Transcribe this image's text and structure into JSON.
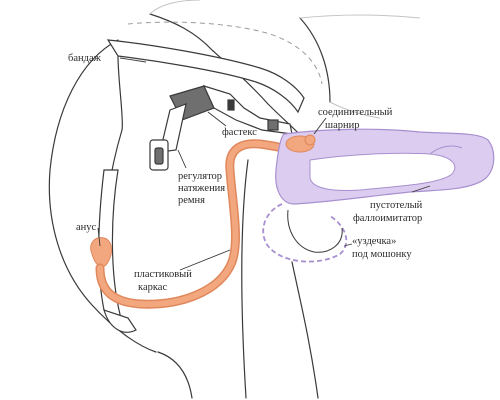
{
  "labels": {
    "bandage": "бандаж",
    "fastex": "фастекс",
    "strap_regulator": [
      "регулятор",
      "натяжения",
      "ремня"
    ],
    "anus": "анус",
    "plastic_frame": [
      "пластиковый",
      "каркас"
    ],
    "hinge": [
      "соединительный",
      "шарнир"
    ],
    "phallus": [
      "пустотелый",
      "фаллоимитатор"
    ],
    "bridle": [
      "«уздечка»",
      "под мошонку"
    ]
  },
  "colors": {
    "outline": "#3a3a3a",
    "light_outline": "#b5b5b5",
    "frame": "#f2a77e",
    "frame_stroke": "#e0875c",
    "phallus_fill": "#dccdf0",
    "phallus_stroke": "#a88fcf",
    "buckle": "#6f6f6f",
    "buckle_fill": "#ffffff"
  }
}
